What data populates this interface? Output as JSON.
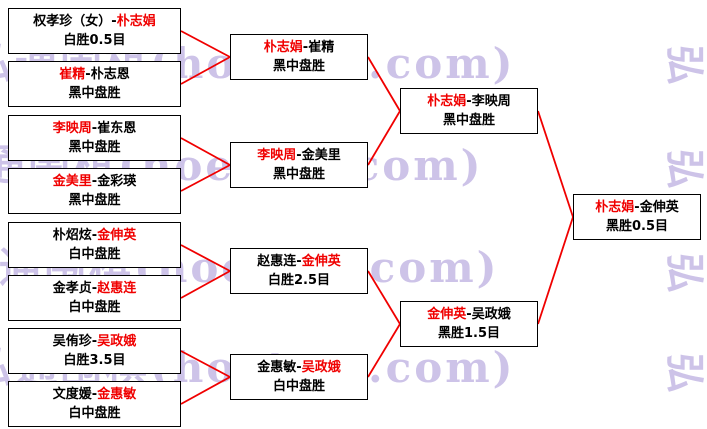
{
  "colors": {
    "winner": "#f00000",
    "line": "#f00000",
    "box_border": "#000000",
    "watermark": "#cdc3e8"
  },
  "watermark": {
    "text": "弘通围棋(hoetom.com)",
    "edge_char": "弘"
  },
  "bracket": {
    "round1": [
      {
        "pre": "权孝珍（女）-",
        "red": "朴志娟",
        "post": "",
        "result": "白胜0.5目"
      },
      {
        "pre": "",
        "red": "崔精",
        "post": "-朴志恩",
        "result": "黑中盘胜"
      },
      {
        "pre": "",
        "red": "李映周",
        "post": "-崔东恩",
        "result": "黑中盘胜"
      },
      {
        "pre": "",
        "red": "金美里",
        "post": "-金彩瑛",
        "result": "黑中盘胜"
      },
      {
        "pre": "朴炤炫-",
        "red": "金伸英",
        "post": "",
        "result": "白中盘胜"
      },
      {
        "pre": "金孝贞-",
        "red": "赵惠连",
        "post": "",
        "result": "白中盘胜"
      },
      {
        "pre": "吴侑珍-",
        "red": "吴政娥",
        "post": "",
        "result": "白胜3.5目"
      },
      {
        "pre": "文度媛-",
        "red": "金惠敏",
        "post": "",
        "result": "白中盘胜"
      }
    ],
    "round2": [
      {
        "pre": "",
        "red": "朴志娟",
        "post": "-崔精",
        "result": "黑中盘胜"
      },
      {
        "pre": "",
        "red": "李映周",
        "post": "-金美里",
        "result": "黑中盘胜"
      },
      {
        "pre": "赵惠连-",
        "red": "金伸英",
        "post": "",
        "result": "白胜2.5目"
      },
      {
        "pre": "金惠敏-",
        "red": "吴政娥",
        "post": "",
        "result": "白中盘胜"
      }
    ],
    "semifinals": [
      {
        "pre": "",
        "red": "朴志娟",
        "post": "-李映周",
        "result": "黑中盘胜"
      },
      {
        "pre": "",
        "red": "金伸英",
        "post": "-吴政娥",
        "result": "黑胜1.5目"
      }
    ],
    "final": {
      "pre": "",
      "red": "朴志娟",
      "post": "-金伸英",
      "result": "黑胜0.5目"
    }
  }
}
